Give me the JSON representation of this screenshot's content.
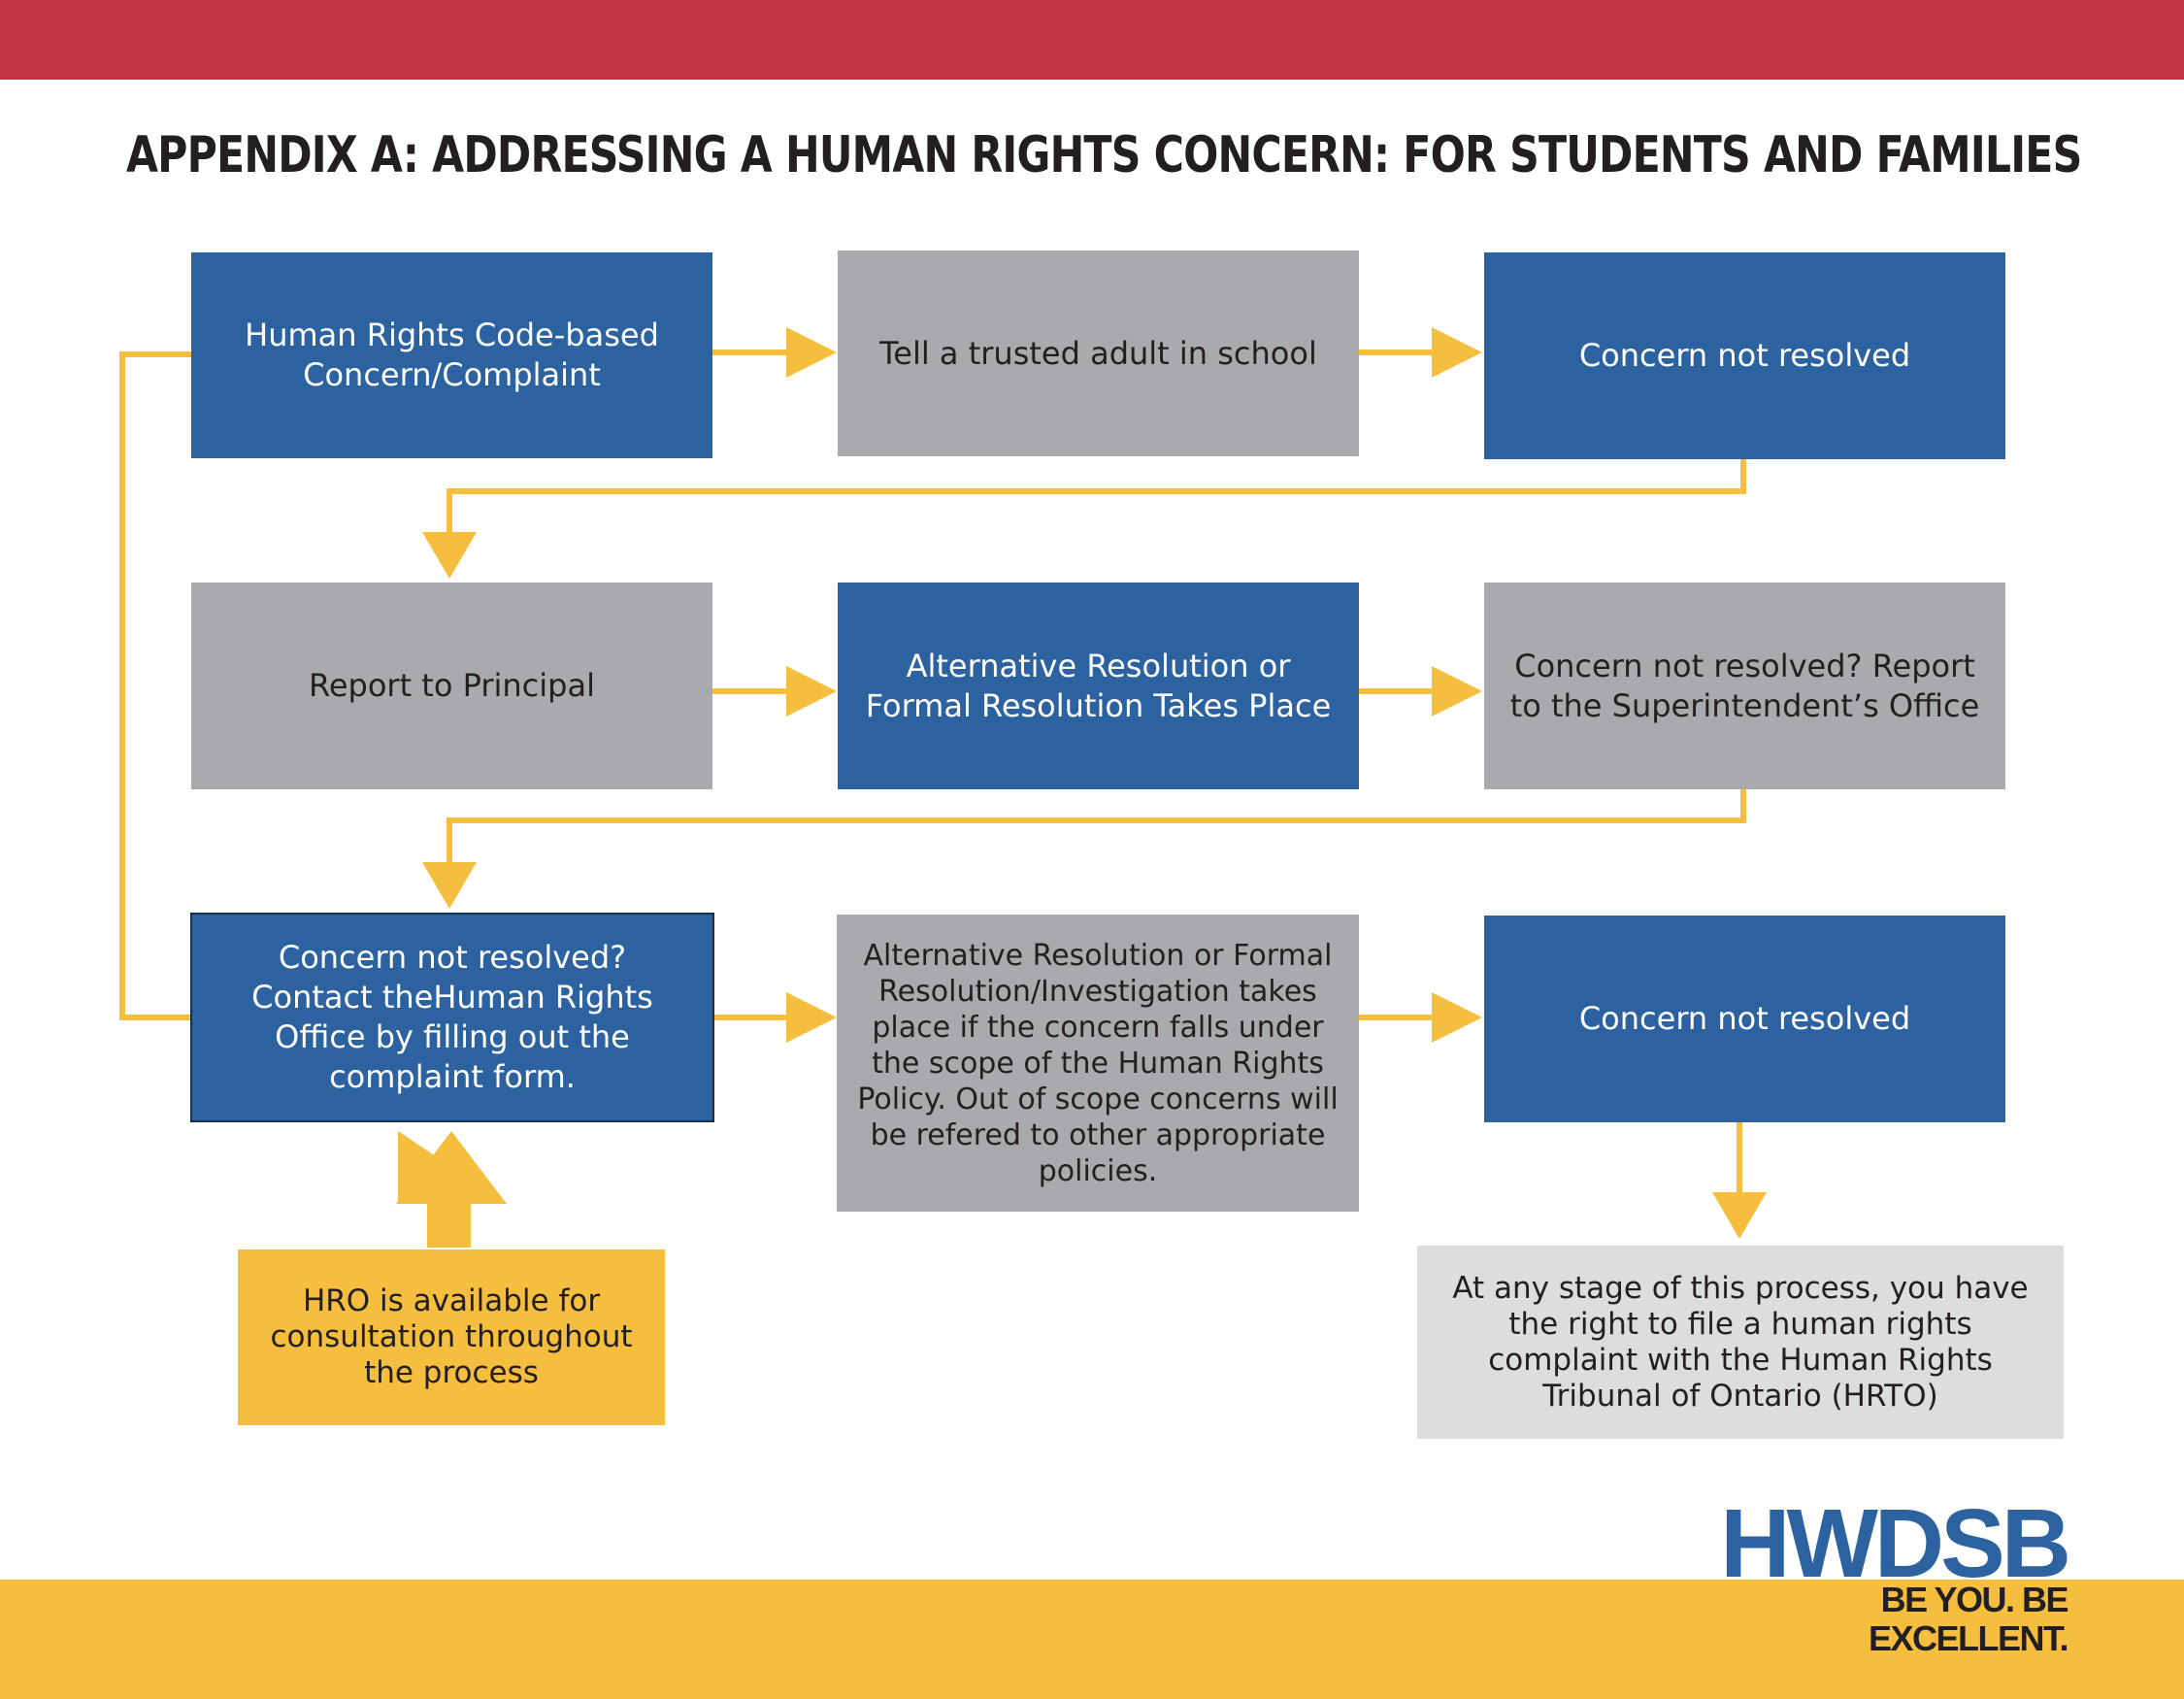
{
  "title": "Appendix A: Addressing a Human Rights Concern: For Students and Families",
  "colors": {
    "header_band": "#c13545",
    "footer_band": "#f5be3e",
    "primary_blue": "#2d62a0",
    "step_grey": "#a8aaad",
    "note_grey": "#dcdddf",
    "accent_yellow": "#f5be3e",
    "text_dark": "#231f20"
  },
  "flow": {
    "row1": {
      "complaint": "Human Rights Code-based Concern/Complaint",
      "tell_adult": "Tell a trusted adult in school",
      "not_resolved": "Concern not resolved"
    },
    "row2": {
      "report_principal": "Report to Principal",
      "resolution": "Alternative Resolution or Formal Resolution Takes Place",
      "superintendent": "Concern not resolved? Report to the Superintendent’s Office"
    },
    "row3": {
      "contact_hro": "Concern not resolved? Contact theHuman Rights Office by filling out the complaint form.",
      "investigation": "Alternative Resolution or Formal Resolution/Investigation takes place if the concern falls under the scope of the Human Rights Policy. Out of  scope concerns will be refered to other appropriate policies.",
      "not_resolved": "Concern not resolved"
    },
    "hro_note": "HRO is available for consultation throughout the process",
    "hrto_note": "At any stage of this process, you have the right to file a human rights complaint with the Human Rights Tribunal of Ontario (HRTO)"
  },
  "logo": {
    "name": "HWDSB",
    "tagline": "BE YOU. BE EXCELLENT."
  }
}
